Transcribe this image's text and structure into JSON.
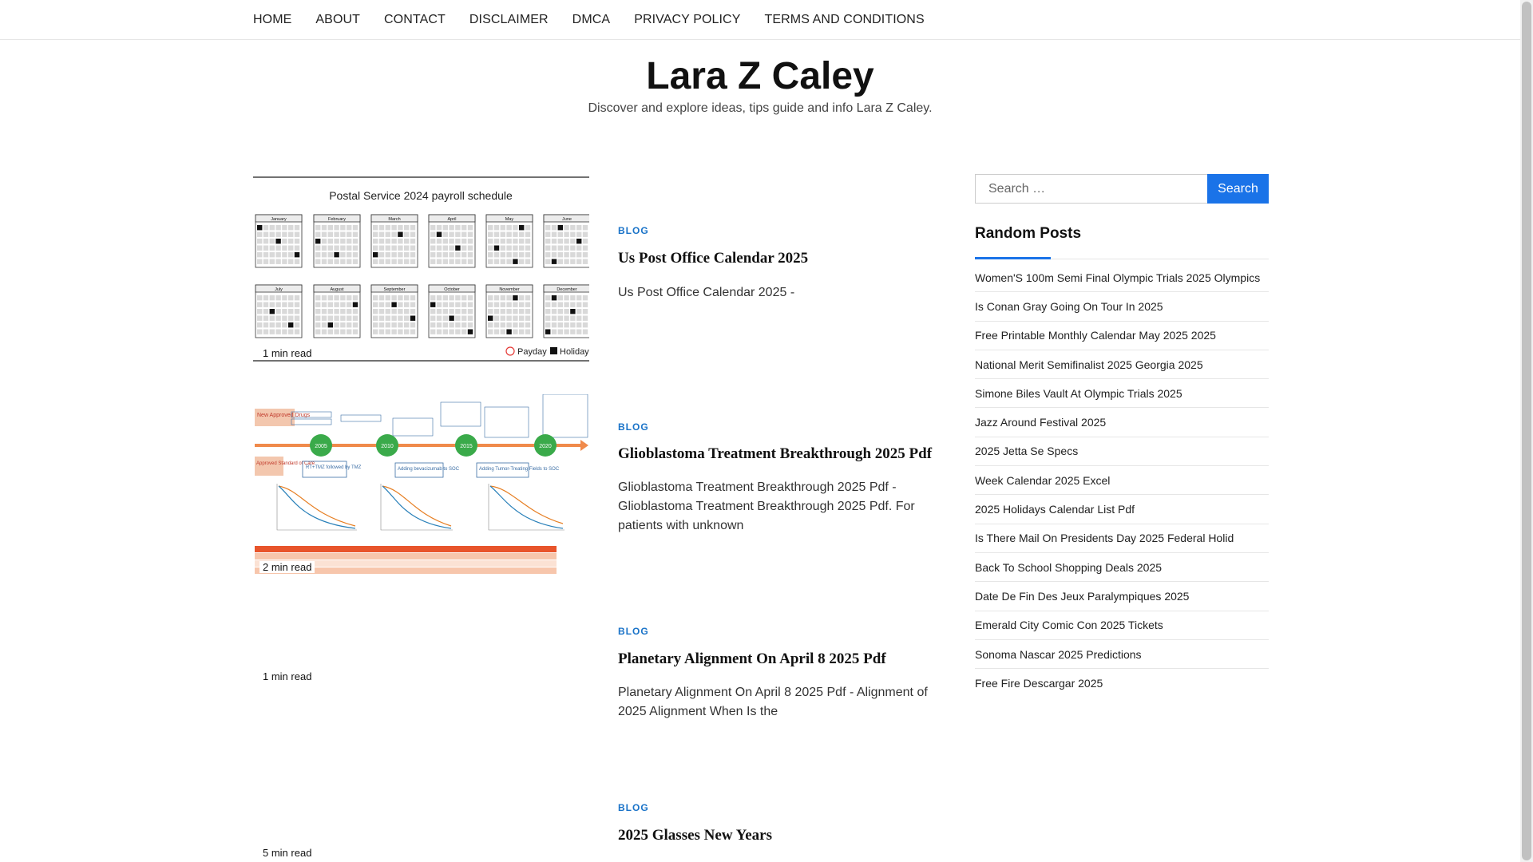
{
  "nav": {
    "items": [
      "HOME",
      "ABOUT",
      "CONTACT",
      "DISCLAIMER",
      "DMCA",
      "PRIVACY POLICY",
      "TERMS AND CONDITIONS"
    ]
  },
  "header": {
    "title": "Lara Z Caley",
    "description": "Discover and explore ideas, tips guide and info Lara Z Caley."
  },
  "posts": [
    {
      "category": "BLOG",
      "title": "Us Post Office Calendar 2025",
      "excerpt": "Us Post Office Calendar 2025 -",
      "read_time": "1 min read",
      "thumb": {
        "heading": "Postal Service 2024 payroll schedule",
        "months": [
          "January",
          "February",
          "March",
          "April",
          "May",
          "June",
          "July",
          "August",
          "September",
          "October",
          "November",
          "December"
        ],
        "legend_payday": "Payday",
        "legend_holiday": "Holiday"
      }
    },
    {
      "category": "BLOG",
      "title": "Glioblastoma Treatment Breakthrough 2025 Pdf",
      "excerpt": "Glioblastoma Treatment Breakthrough 2025 Pdf - Glioblastoma Treatment Breakthrough 2025 Pdf. For patients with unknown",
      "read_time": "2 min read",
      "thumb": {
        "years": [
          "2005",
          "2010",
          "2015",
          "2020"
        ],
        "left_labels": [
          "New Approved Drugs",
          "Approved Standard of Care"
        ],
        "boxes": [
          "RT+TMZ followed by TMZ",
          "Adding bevacizumab to SOC",
          "Adding Tumor-Treating Fields to SOC"
        ]
      }
    },
    {
      "category": "BLOG",
      "title": "Planetary Alignment On April 8 2025 Pdf",
      "excerpt": "Planetary Alignment On April 8 2025 Pdf - Alignment of 2025 Alignment When Is the",
      "read_time": "1 min read"
    },
    {
      "category": "BLOG",
      "title": "2025 Glasses New Years",
      "excerpt": "",
      "read_time": "5 min read"
    }
  ],
  "sidebar": {
    "search_placeholder": "Search …",
    "search_button": "Search",
    "random_posts_title": "Random Posts",
    "random_posts": [
      "Women'S 100m Semi Final Olympic Trials 2025 Olympics",
      "Is Conan Gray Going On Tour In 2025",
      "Free Printable Monthly Calendar May 2025 2025",
      "National Merit Semifinalist 2025 Georgia 2025",
      "Simone Biles Vault At Olympic Trials 2025",
      "Jazz Around Festival 2025",
      "2025 Jetta Se Specs",
      "Week Calendar 2025 Excel",
      "2025 Holidays Calendar List Pdf",
      "Is There Mail On Presidents Day 2025 Federal Holid",
      "Back To School Shopping Deals 2025",
      "Date De Fin Des Jeux Paralympiques 2025",
      "Emerald City Comic Con 2025 Tickets",
      "Sonoma Nascar 2025 Predictions",
      "Free Fire Descargar 2025"
    ]
  },
  "colors": {
    "accent": "#1a73e8",
    "category": "#1a73c8",
    "timeline_green": "#3aaa4a",
    "timeline_orange": "#f08a4b"
  }
}
